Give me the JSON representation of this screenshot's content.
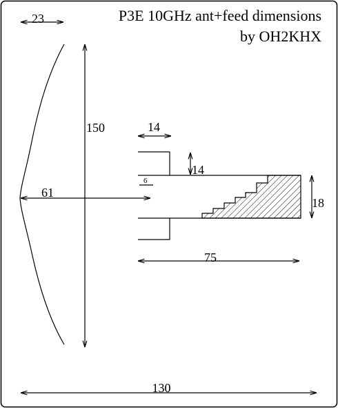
{
  "title": {
    "line1": "P3E 10GHz ant+feed dimensions",
    "line2": "by OH2KHX"
  },
  "dimensions": {
    "dish_depth": "23",
    "dish_diameter": "150",
    "focal_distance": "61",
    "outer_waveguide_length": "14",
    "waveguide_wall_gap": "14",
    "inner_gap": "6",
    "feed_length": "75",
    "feed_opening": "18",
    "total_length": "130"
  }
}
